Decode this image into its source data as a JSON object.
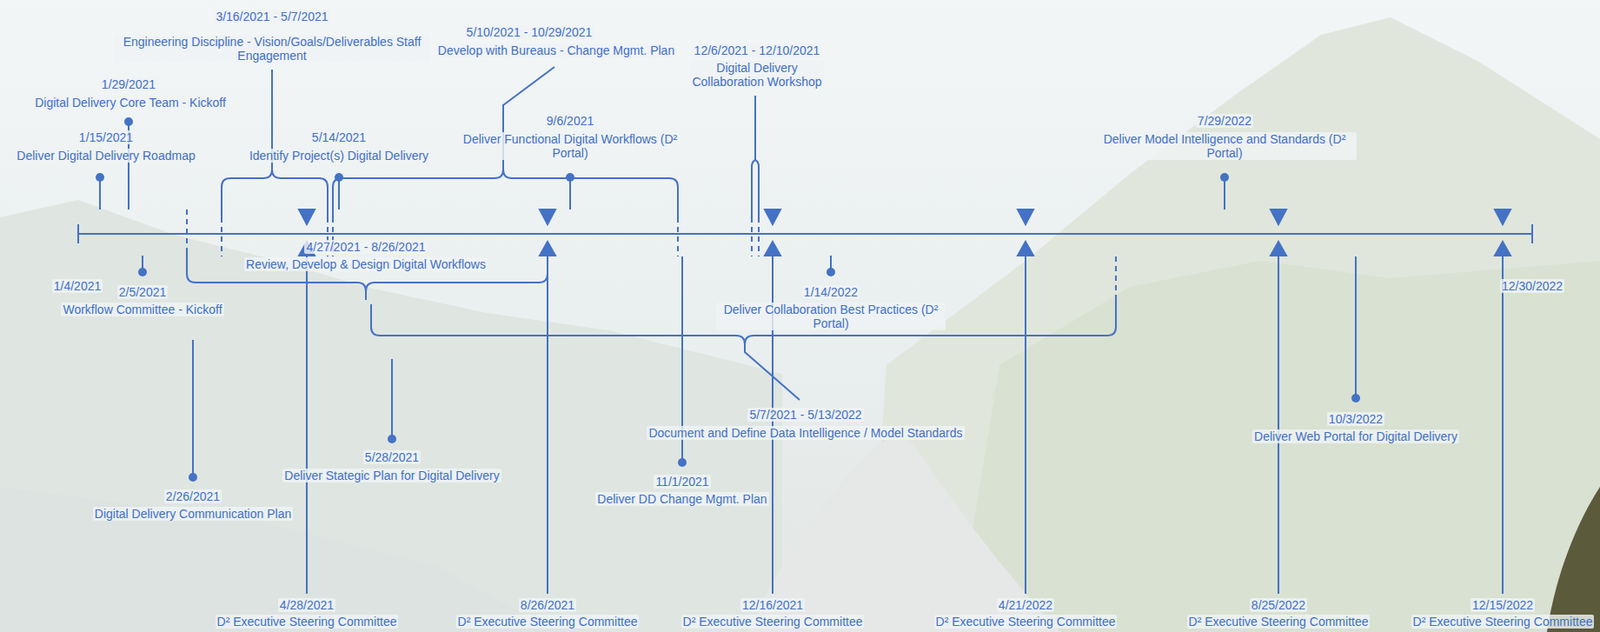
{
  "diagram": {
    "labels": [
      "1/15/2021",
      "Deliver Digital Delivery Roadmap",
      "1/29/2021",
      "Digital Delivery Core Team - Kickoff",
      "3/16/2021 - 5/7/2021",
      "Engineering Discipline - Vision/Goals/Deliverables Staff Engagement",
      "5/14/2021",
      "Identify Project(s) Digital Delivery",
      "5/10/2021 - 10/29/2021",
      "Develop with Bureaus - Change Mgmt. Plan",
      "9/6/2021",
      "Deliver Functional Digital Workflows (D² Portal)",
      "12/6/2021 - 12/10/2021",
      "Digital Delivery Collaboration Workshop",
      "7/29/2022",
      "Deliver Model Intelligence and Standards (D² Portal)",
      "1/4/2021",
      "2/5/2021",
      "Workflow Committee - Kickoff",
      "4/27/2021 - 8/26/2021",
      "Review, Develop & Design Digital Workflows",
      "1/14/2022",
      "Deliver Collaboration Best Practices (D² Portal)",
      "12/30/2022",
      "5/7/2021 - 5/13/2022",
      "Document and Define Data Intelligence / Model Standards",
      "5/28/2021",
      "Deliver Stategic Plan for Digital Delivery",
      "11/1/2021",
      "Deliver DD Change Mgmt. Plan",
      "2/26/2021",
      "Digital Delivery Communication Plan",
      "10/3/2022",
      "Deliver Web Portal for Digital Delivery",
      "4/28/2021",
      "D² Executive Steering Committee",
      "8/26/2021",
      "D² Executive Steering Committee",
      "12/16/2021",
      "D² Executive Steering Committee",
      "4/21/2022",
      "D² Executive Steering Committee",
      "8/25/2022",
      "D² Executive Steering Committee",
      "12/15/2022",
      "D² Executive Steering Committee"
    ]
  }
}
